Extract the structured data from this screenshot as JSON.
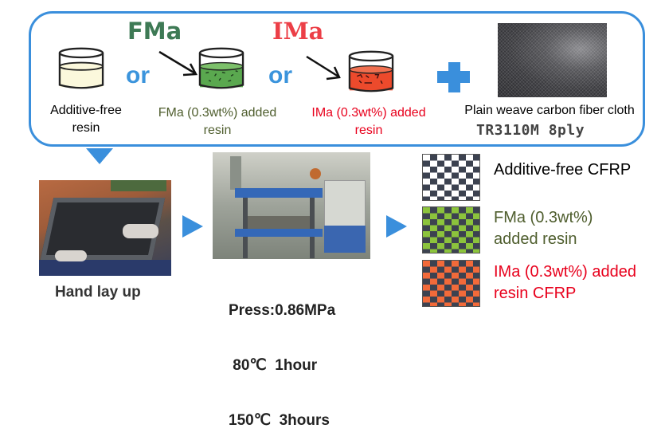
{
  "title": "CFRP fabrication process",
  "colors": {
    "accent_blue": "#3a8fdc",
    "fma_green": "#3e7a55",
    "fma_text": "#4f5e2e",
    "ima_red": "#e8001c",
    "ima_title": "#ec3f47"
  },
  "resins": {
    "fma_title": "FMa",
    "ima_title": "IMa",
    "or_label": "or",
    "items": [
      {
        "label_line1": "Additive-free",
        "label_line2": "resin",
        "liquid_color": "#fbf8dc"
      },
      {
        "label_line1": "FMa (0.3wt%) added",
        "label_line2": "resin",
        "liquid_color": "#5aa84f"
      },
      {
        "label_line1": "IMa (0.3wt%) added",
        "label_line2": "resin",
        "liquid_color": "#ec4a2c"
      }
    ]
  },
  "plus_icon": "plus-icon",
  "cloth": {
    "label": "Plain weave carbon fiber cloth",
    "spec": "TR3110M  8ply"
  },
  "steps": {
    "hand_layup": "Hand lay up",
    "press_lines": [
      "Press:0.86MPa",
      " 80℃  1hour",
      "150℃  3hours"
    ]
  },
  "results": [
    {
      "line1": "Additive-free CFRP",
      "line2": "",
      "light": "#ffffff",
      "dark": "#3c4250",
      "text_color": "#000000"
    },
    {
      "line1": "FMa (0.3wt%)",
      "line2": "added resin",
      "light": "#8cc43c",
      "dark": "#3c4250",
      "text_color": "#4f5e2e"
    },
    {
      "line1": "IMa (0.3wt%) added",
      "line2": "resin CFRP",
      "light": "#f26a3a",
      "dark": "#3c4250",
      "text_color": "#e8001c"
    }
  ]
}
